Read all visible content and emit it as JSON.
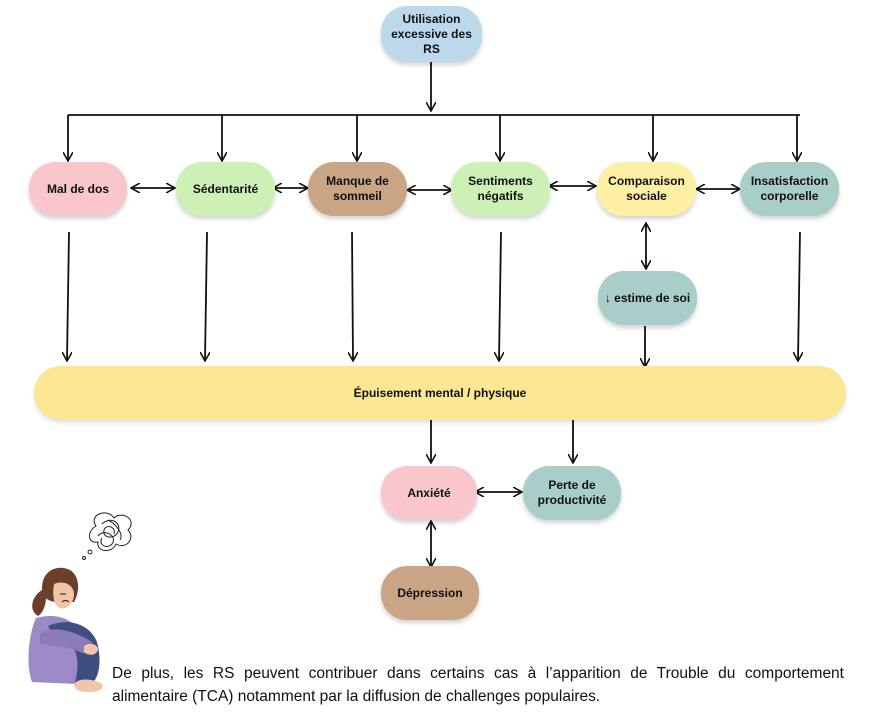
{
  "nodes": {
    "source": {
      "label": "Utilisation excessive des RS",
      "color": "#bcd9ec"
    },
    "mal_de_dos": {
      "label": "Mal de dos",
      "color": "#f9c6cc"
    },
    "sedentarite": {
      "label": "Sédentarité",
      "color": "#cdf0b6"
    },
    "manque_sommeil": {
      "label": "Manque de sommeil",
      "color": "#c9a585"
    },
    "sentiments_negatifs": {
      "label": "Sentiments négatifs",
      "color": "#cdf0b6"
    },
    "comparaison_sociale": {
      "label": "Comparaison sociale",
      "color": "#fdf0a4"
    },
    "insatisfaction_corporelle": {
      "label": "Insatisfaction corporelle",
      "color": "#a9cdc9"
    },
    "estime_de_soi": {
      "label": "↓ estime de soi",
      "color": "#a9cdc9"
    },
    "epuisement": {
      "label": "Épuisement mental / physique",
      "color": "#fbe693"
    },
    "anxiete": {
      "label": "Anxiété",
      "color": "#f9c6cc"
    },
    "perte_productivite": {
      "label": "Perte de productivité",
      "color": "#a9cdc9"
    },
    "depression": {
      "label": "Dépression",
      "color": "#c9a585"
    }
  },
  "caption": "De plus, les RS peuvent contribuer dans certains cas à l’apparition de Trouble du comportement alimentaire (TCA) notamment par la diffusion de challenges populaires.",
  "illustration": {
    "icon": "sad-person-icon",
    "thought_icon": "tangled-thought-icon"
  }
}
